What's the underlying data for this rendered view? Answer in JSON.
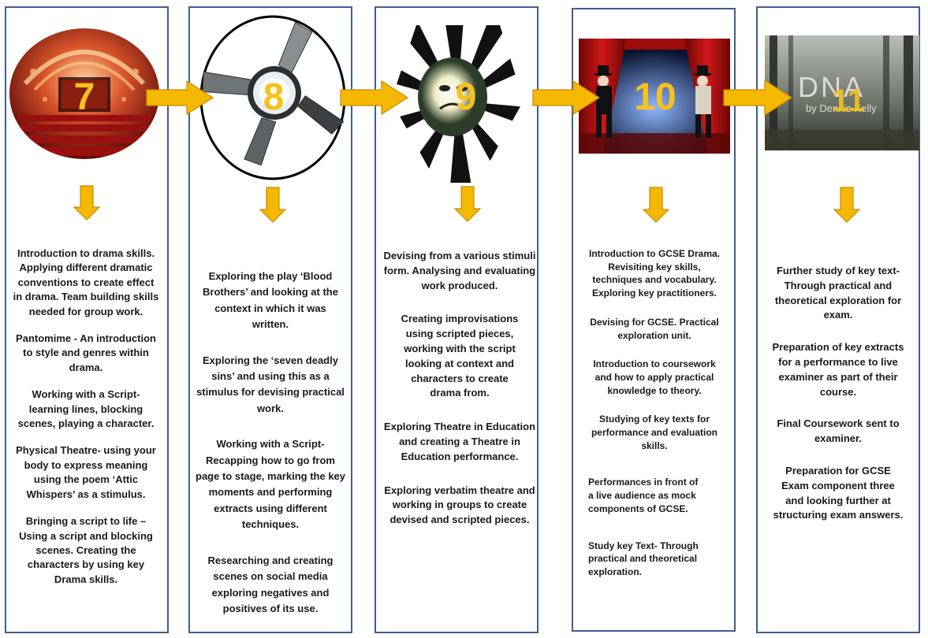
{
  "colors": {
    "border": "#3e5f8c",
    "arrow": "#f5b800",
    "arrow_outline": "#c98a00",
    "number": "#f5c21a"
  },
  "stages": [
    {
      "year": "7",
      "image": "theatre-auditorium",
      "items": [
        "Introduction to drama skills. Applying different dramatic conventions to create effect in drama. Team building skills needed for group work.",
        "Pantomime - An introduction to style and genres within drama.",
        "Working with a Script- learning lines, blocking scenes, playing a character.",
        "Physical Theatre- using your body to express meaning using the poem ‘Attic Whispers’ as a stimulus.",
        "Bringing a script to life – Using a script and blocking scenes. Creating the characters by using key Drama skills."
      ]
    },
    {
      "year": "8",
      "image": "stage-spotlight",
      "items": [
        "Exploring the play ‘Blood Brothers’ and looking at the context in which it was written.",
        "Exploring the ‘seven deadly sins’ and using this as a stimulus for devising practical work.",
        "Working with a Script- Recapping how to go from page to stage, marking the key moments and performing extracts using different techniques.",
        "Researching and creating scenes on social media exploring negatives and positives of its use."
      ]
    },
    {
      "year": "9",
      "image": "drama-masks",
      "items": [
        "Devising from a various stimuli form. Analysing and evaluating work produced.",
        "Creating improvisations using scripted pieces, working with the script looking at context and characters to create drama from.",
        "Exploring Theatre in Education and creating a Theatre in Education performance.",
        "Exploring verbatim theatre and working in groups to create devised and scripted pieces."
      ]
    },
    {
      "year": "10",
      "image": "stage-curtain-performers",
      "items": [
        "Introduction to GCSE Drama. Revisiting key skills, techniques and vocabulary. Exploring key practitioners.",
        "Devising for GCSE. Practical exploration unit.",
        "Introduction to coursework and how to apply practical knowledge to theory.",
        "Studying of key texts for performance and evaluation skills.",
        "Performances in front of a live audience as mock components of GCSE.",
        "Study key Text- Through practical and theoretical exploration."
      ]
    },
    {
      "year": "11",
      "image": "dna-book-cover",
      "image_text": {
        "title": "DNA",
        "author": "by Dennis Kelly"
      },
      "items": [
        "Further study of key text-\nThrough practical and theoretical exploration for exam.",
        "Preparation of key extracts for a performance to live examiner as part of their course.",
        "Final Coursework sent to examiner.",
        "Preparation for GCSE Exam component three and looking further at structuring exam answers."
      ]
    }
  ]
}
